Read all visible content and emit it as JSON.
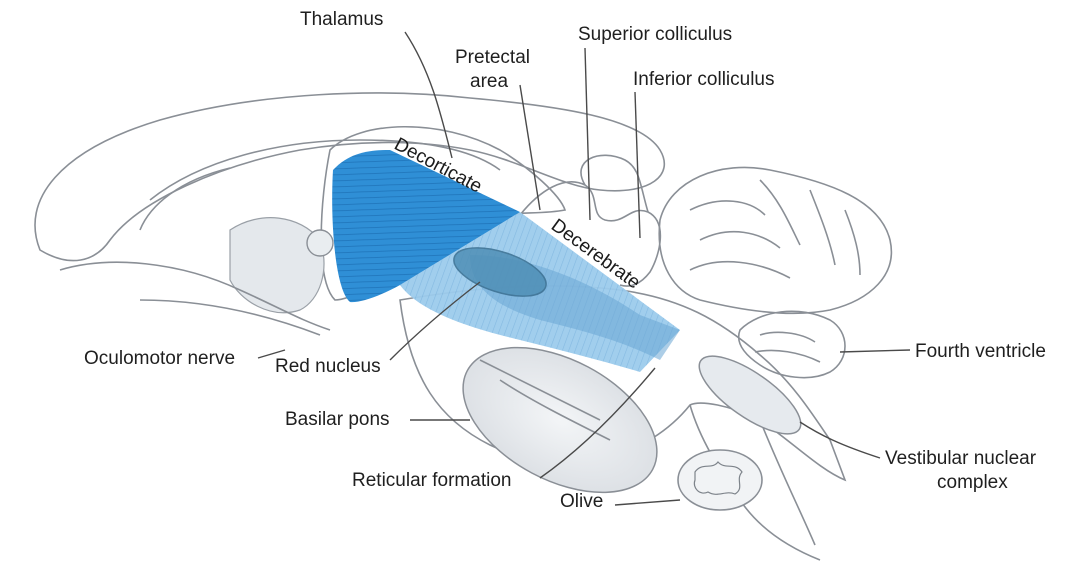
{
  "labels": {
    "thalamus": "Thalamus",
    "pretectal_1": "Pretectal",
    "pretectal_2": "area",
    "superior_colliculus": "Superior colliculus",
    "inferior_colliculus": "Inferior colliculus",
    "fourth_ventricle": "Fourth ventricle",
    "vestibular_1": "Vestibular nuclear",
    "vestibular_2": "complex",
    "olive": "Olive",
    "reticular_formation": "Reticular formation",
    "basilar_pons": "Basilar pons",
    "red_nucleus": "Red nucleus",
    "oculomotor_nerve": "Oculomotor nerve"
  },
  "zones": {
    "decorticate": "Decorticate",
    "decerebrate": "Decerebrate"
  },
  "colors": {
    "decorticate_fill": "#2f8fd6",
    "decerebrate_fill": "#8fc3e8",
    "red_nucleus_fill": "#4f8fb6",
    "outline": "#8a8f96",
    "shading": "#dfe3e8"
  }
}
